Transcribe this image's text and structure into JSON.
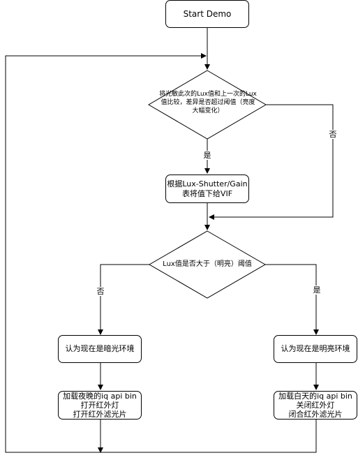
{
  "diagram": {
    "start": "Start Demo",
    "decision1": [
      "将光敏此次的Lux值和上一次的Lux",
      "值比较，差异是否超过阈值（亮度",
      "大幅变化）"
    ],
    "decision1_yes": "是",
    "decision1_no": "否",
    "process1": [
      "根据Lux-Shutter/Gain",
      "表将值下给VIF"
    ],
    "decision2": "Lux值是否大于（明亮）阈值",
    "decision2_no": "否",
    "decision2_yes": "是",
    "dark_env": "认为现在是暗光环境",
    "bright_env": "认为现在是明亮环境",
    "night_actions": [
      "加载夜晚的iq api bin",
      "打开红外灯",
      "打开红外滤光片"
    ],
    "day_actions": [
      "加载白天的iq api bin",
      "关闭红外灯",
      "闭合红外滤光片"
    ]
  }
}
